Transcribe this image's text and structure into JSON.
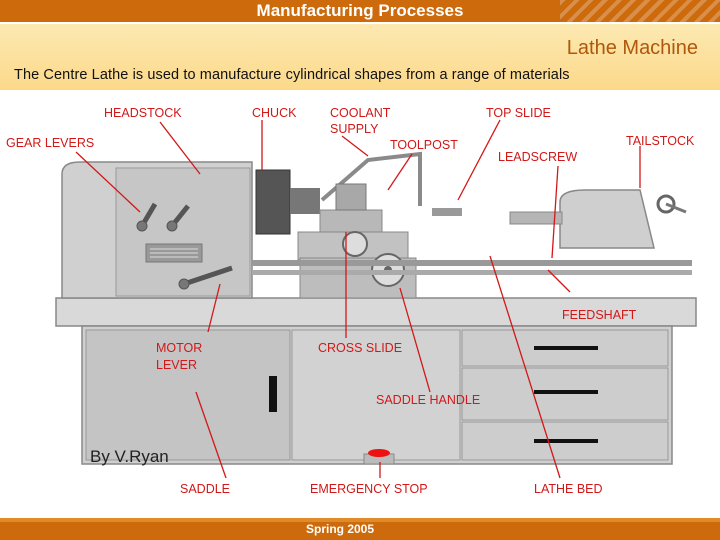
{
  "header": {
    "title": "Manufacturing Processes"
  },
  "banner": {
    "heading": "Lathe Machine",
    "subtitle": "The Centre Lathe is used to manufacture cylindrical shapes from a range of materials"
  },
  "diagram": {
    "labels": {
      "headstock": "HEADSTOCK",
      "chuck": "CHUCK",
      "coolant_1": "COOLANT",
      "coolant_2": "SUPPLY",
      "top_slide": "TOP SLIDE",
      "gear_levers": "GEAR LEVERS",
      "toolpost": "TOOLPOST",
      "tailstock": "TAILSTOCK",
      "leadscrew": "LEADSCREW",
      "feedshaft": "FEEDSHAFT",
      "motor_1": "MOTOR",
      "motor_2": "LEVER",
      "cross_slide": "CROSS SLIDE",
      "saddle_handle": "SADDLE HANDLE",
      "saddle": "SADDLE",
      "emergency_stop": "EMERGENCY STOP",
      "lathe_bed": "LATHE BED"
    },
    "credit": "By V.Ryan",
    "colors": {
      "label": "#d21818",
      "machine": "#c8c8c8",
      "accent": "#cc6a0c"
    }
  },
  "footer": {
    "text": "Spring 2005"
  }
}
